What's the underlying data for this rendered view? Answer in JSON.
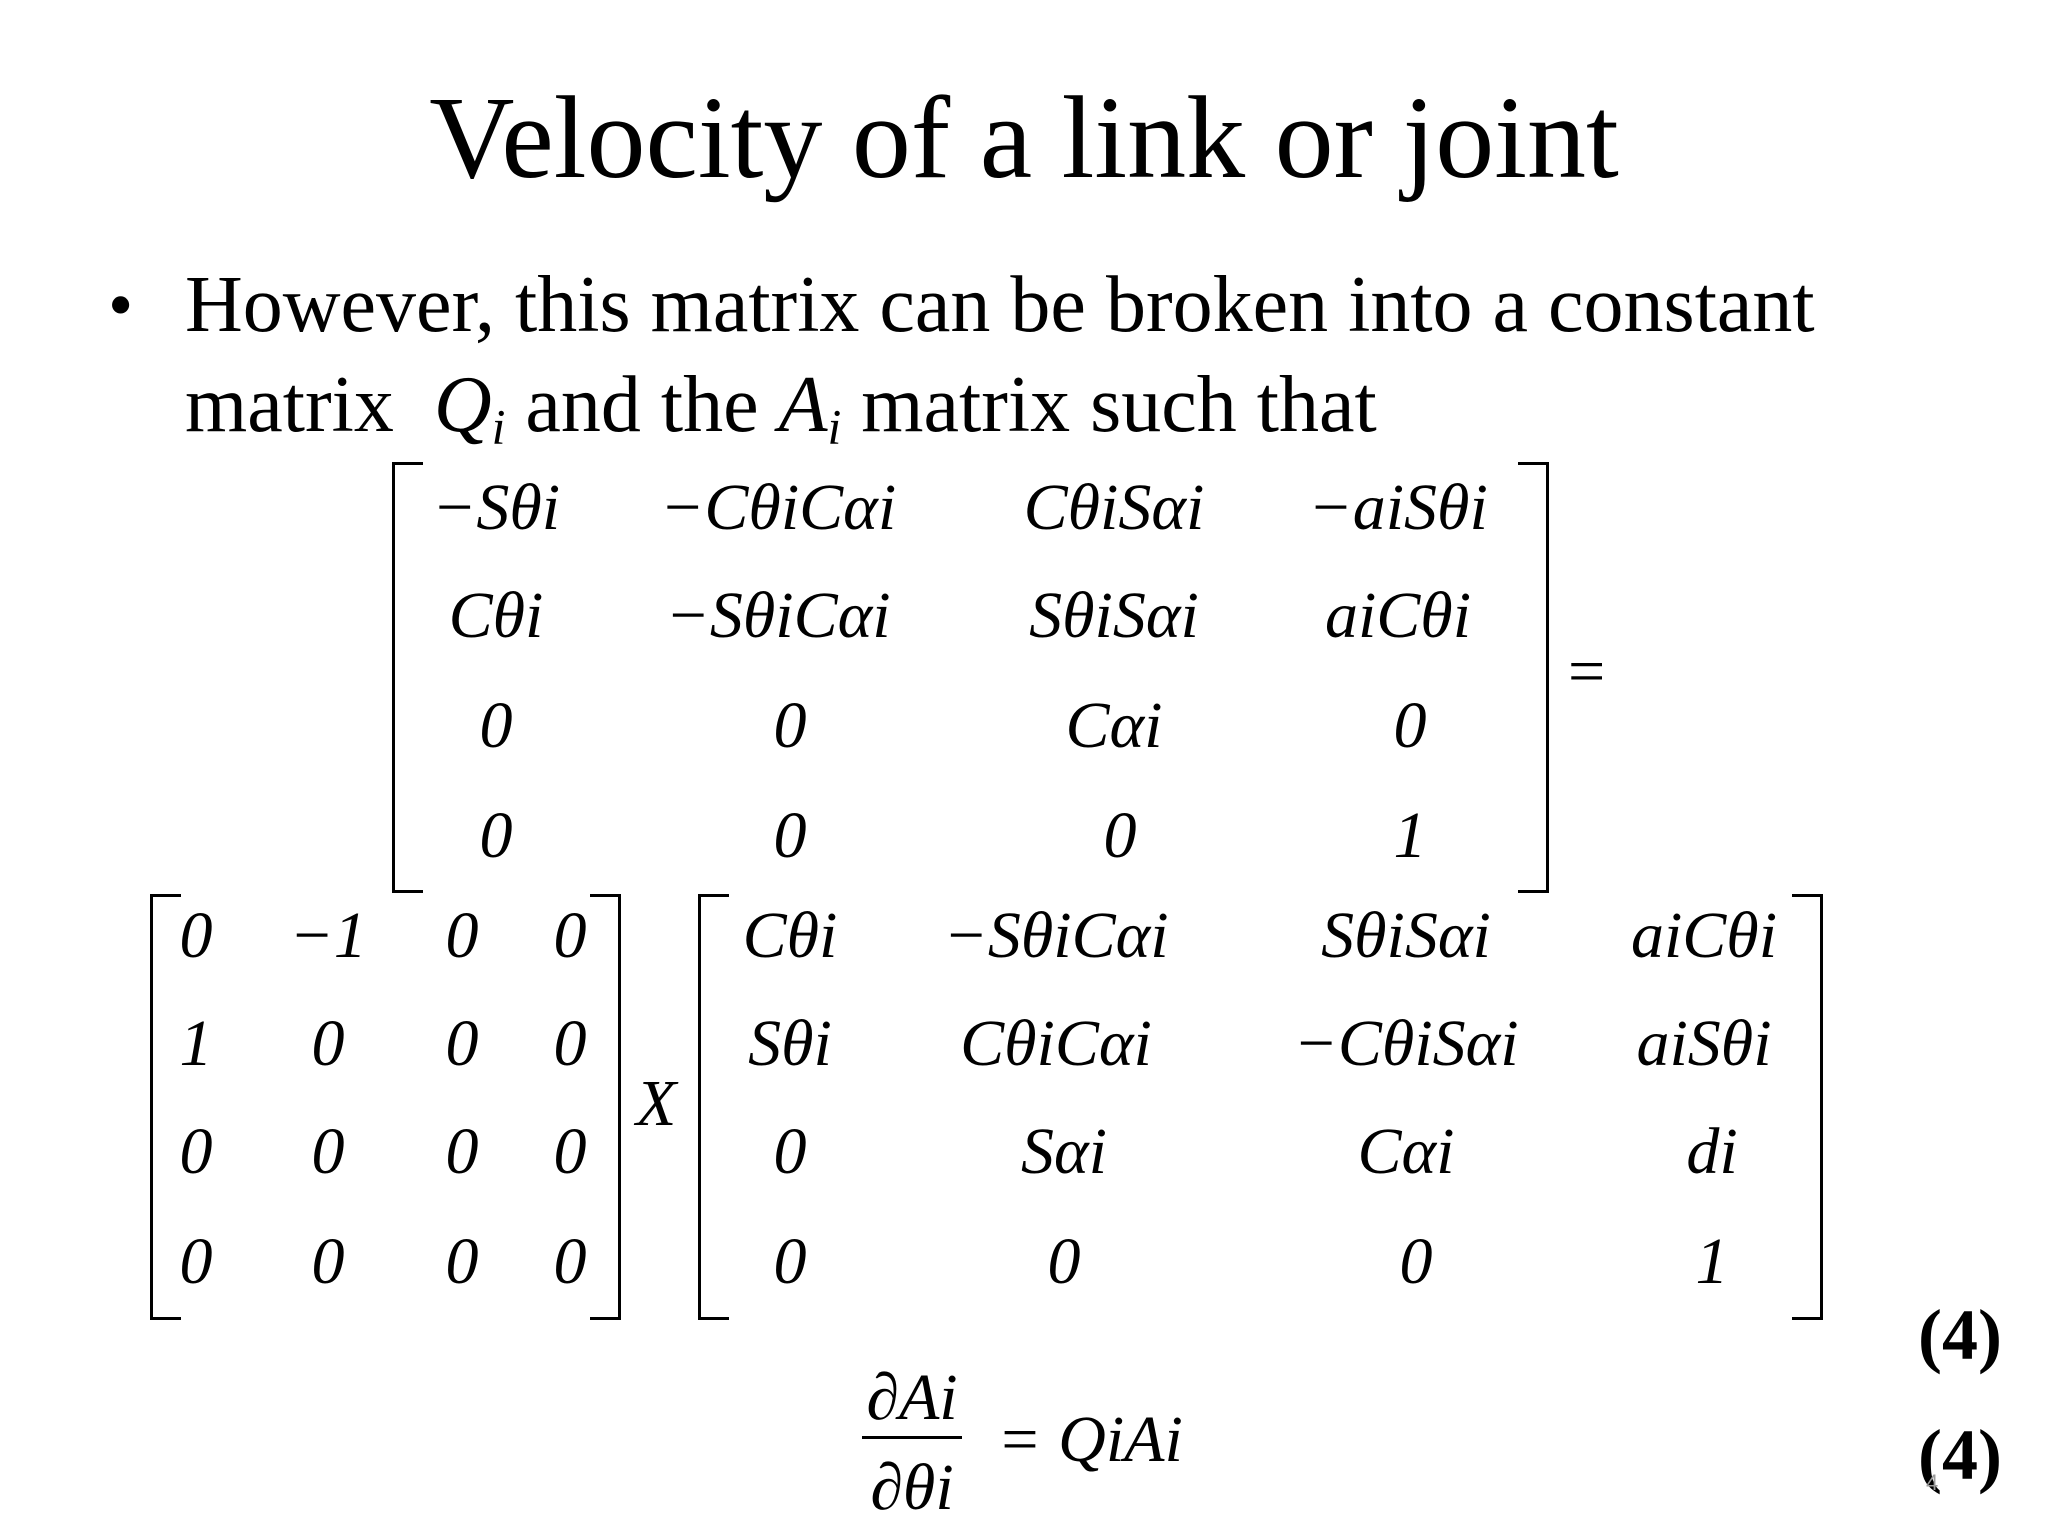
{
  "title": "Velocity of a link or joint",
  "bullet": {
    "marker": "•",
    "line1": "However, this matrix can be broken into a constant",
    "line2_part1": "matrix",
    "line2_Q": "Q",
    "line2_Q_sub": "i",
    "line2_part2": "and the",
    "line2_A": "A",
    "line2_A_sub": "i",
    "line2_part3": "matrix such that"
  },
  "matrix_top": [
    [
      "−Sθi",
      "−CθiCαi",
      "CθiSαi",
      "−aiSθi"
    ],
    [
      "Cθi",
      "−SθiCαi",
      "SθiSαi",
      "aiCθi"
    ],
    [
      "0",
      "0",
      "Cαi",
      "0"
    ],
    [
      "0",
      "0",
      "0",
      "1"
    ]
  ],
  "equals_sign": "=",
  "matrix_q": [
    [
      "0",
      "−1",
      "0",
      "0"
    ],
    [
      "1",
      "0",
      "0",
      "0"
    ],
    [
      "0",
      "0",
      "0",
      "0"
    ],
    [
      "0",
      "0",
      "0",
      "0"
    ]
  ],
  "times_sign": "X",
  "matrix_a": [
    [
      "Cθi",
      "−SθiCαi",
      "SθiSαi",
      "aiCθi"
    ],
    [
      "Sθi",
      "CθiCαi",
      "−CθiSαi",
      "aiSθi"
    ],
    [
      "0",
      "Sαi",
      "Cαi",
      "di"
    ],
    [
      "0",
      "0",
      "0",
      "1"
    ]
  ],
  "equation_numbers": [
    "(4)",
    "(4)"
  ],
  "derivative": {
    "numerator": "∂Ai",
    "denominator": "∂θi",
    "rhs": "= QiAi"
  },
  "page_number": "4"
}
